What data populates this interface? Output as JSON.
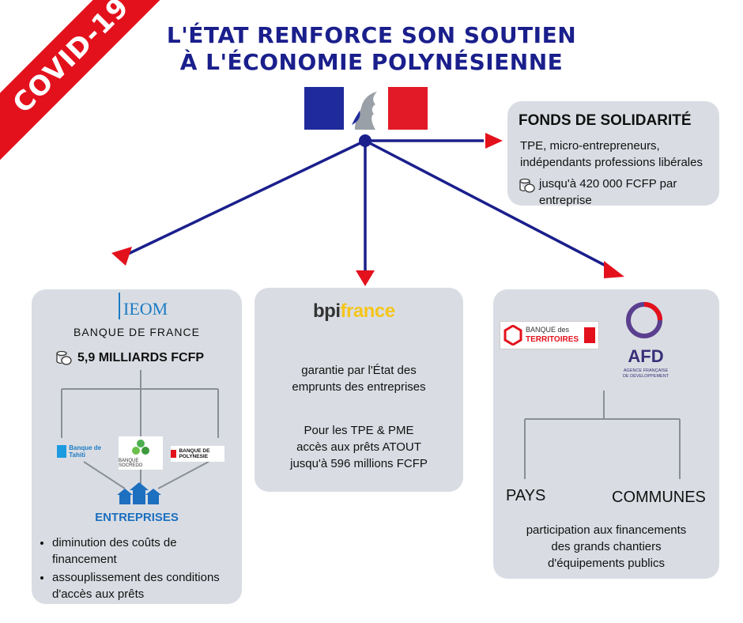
{
  "ribbon": "COVID-19",
  "title": {
    "line1": "L'ÉTAT RENFORCE SON SOUTIEN",
    "line2": "À L'ÉCONOMIE POLYNÉSIENNE"
  },
  "colors": {
    "navy": "#1a1f8c",
    "red": "#e3111c",
    "box": "#d9dde3",
    "blue_bank": "#1d7bc4"
  },
  "solidarity": {
    "title": "FONDS DE SOLIDARITÉ",
    "line1": "TPE, micro-entrepreneurs,",
    "line2": "indépendants professions libérales",
    "amount1": "jusqu'à 420 000 FCFP par",
    "amount2": "entreprise"
  },
  "ieom": {
    "logo": "IEOM",
    "subtitle": "BANQUE DE FRANCE",
    "amount": "5,9 MILLIARDS FCFP",
    "banks": [
      "Banque de Tahiti",
      "BANQUE SOCREDO",
      "BANQUE DE POLYNESIE"
    ],
    "beneficiary": "ENTREPRISES",
    "bullets": [
      "diminution des coûts de financement",
      "assouplissement des conditions d'accès aux prêts"
    ]
  },
  "bpi": {
    "logo_a": "bpi",
    "logo_b": "france",
    "text1a": "garantie par l'État des",
    "text1b": "emprunts des entreprises",
    "text2a": "Pour les TPE & PME",
    "text2b": "accès aux prêts ATOUT",
    "text2c": "jusqu'à 596 millions FCFP"
  },
  "right": {
    "bdt_a": "BANQUE des",
    "bdt_b": "TERRITOIRES",
    "afd": "AFD",
    "afd_sub1": "AGENCE FRANÇAISE",
    "afd_sub2": "DE DÉVELOPPEMENT",
    "pays": "PAYS",
    "communes": "COMMUNES",
    "text1": "participation aux financements",
    "text2": "des grands chantiers",
    "text3": "d'équipements publics"
  }
}
